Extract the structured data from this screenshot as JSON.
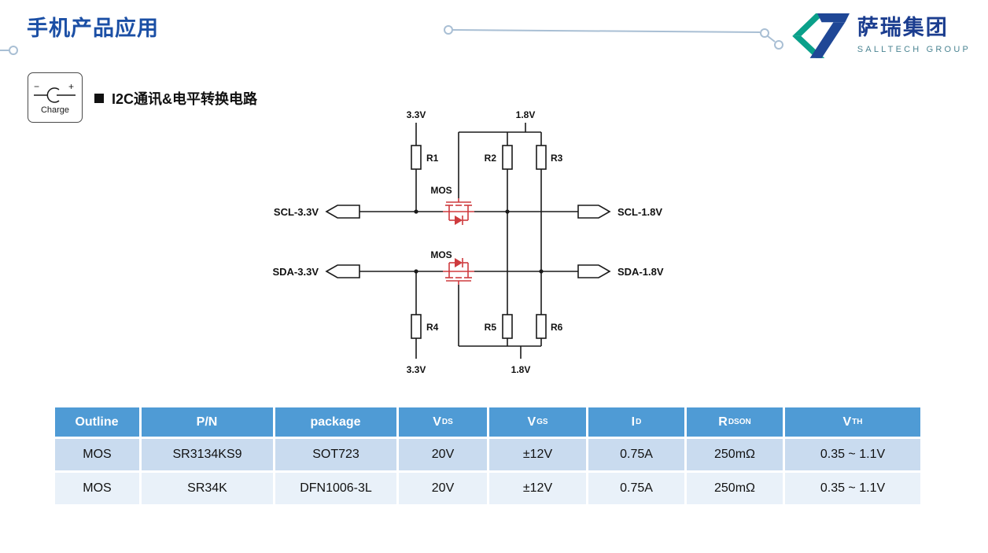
{
  "header": {
    "title": "手机产品应用"
  },
  "logo": {
    "cn": "萨瑞集团",
    "en": "SALLTECH GROUP"
  },
  "charge": {
    "label": "Charge",
    "minus": "−",
    "plus": "+"
  },
  "section": {
    "heading": "I2C通讯&电平转换电路"
  },
  "circuit": {
    "supply_top_left": "3.3V",
    "supply_top_right": "1.8V",
    "supply_bottom_left": "3.3V",
    "supply_bottom_right": "1.8V",
    "mos_label": "MOS",
    "resistors": [
      "R1",
      "R2",
      "R3",
      "R4",
      "R5",
      "R6"
    ],
    "ports": {
      "scl_left": "SCL-3.3V",
      "scl_right": "SCL-1.8V",
      "sda_left": "SDA-3.3V",
      "sda_right": "SDA-1.8V"
    }
  },
  "table": {
    "headers": [
      {
        "t": "Outline",
        "s": ""
      },
      {
        "t": "P/N",
        "s": ""
      },
      {
        "t": "package",
        "s": ""
      },
      {
        "t": "V",
        "s": "DS"
      },
      {
        "t": "V",
        "s": "GS"
      },
      {
        "t": "I",
        "s": "D"
      },
      {
        "t": "R",
        "s": "DSON"
      },
      {
        "t": "V",
        "s": "TH"
      }
    ],
    "rows": [
      [
        "MOS",
        "SR3134KS9",
        "SOT723",
        "20V",
        "±12V",
        "0.75A",
        "250mΩ",
        "0.35 ~ 1.1V"
      ],
      [
        "MOS",
        "SR34K",
        "DFN1006-3L",
        "20V",
        "±12V",
        "0.75A",
        "250mΩ",
        "0.35 ~ 1.1V"
      ]
    ]
  },
  "colors": {
    "accent_blue": "#1B4FA5",
    "table_header_bg": "#4F9BD5",
    "row_alt1": "#C9DBEF",
    "row_alt2": "#E9F1F9",
    "mos_red": "#CE3B3E",
    "logo_teal": "#0AA08A",
    "logo_blue": "#1F4796",
    "deco_line": "#A9BFD4"
  }
}
